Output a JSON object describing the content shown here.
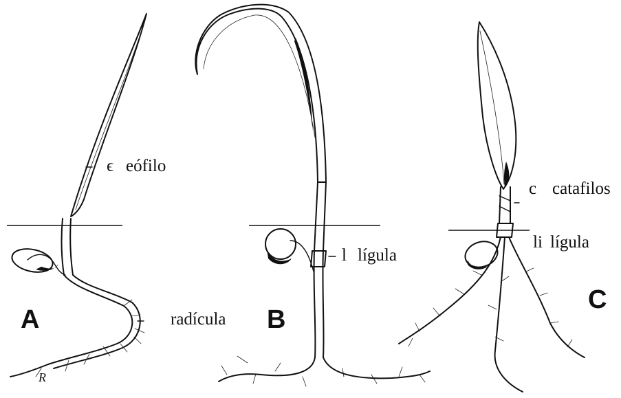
{
  "panels": [
    {
      "letter": "A",
      "labels": [
        {
          "marker": "ϵ",
          "text": "eófilo"
        },
        {
          "marker": "",
          "text": "radícula"
        }
      ],
      "signature": "R"
    },
    {
      "letter": "B",
      "labels": [
        {
          "marker": "l",
          "text": "lígula"
        }
      ]
    },
    {
      "letter": "C",
      "labels": [
        {
          "marker": "c",
          "text": "catafilos"
        },
        {
          "marker": "li",
          "text": "lígula"
        }
      ]
    }
  ]
}
